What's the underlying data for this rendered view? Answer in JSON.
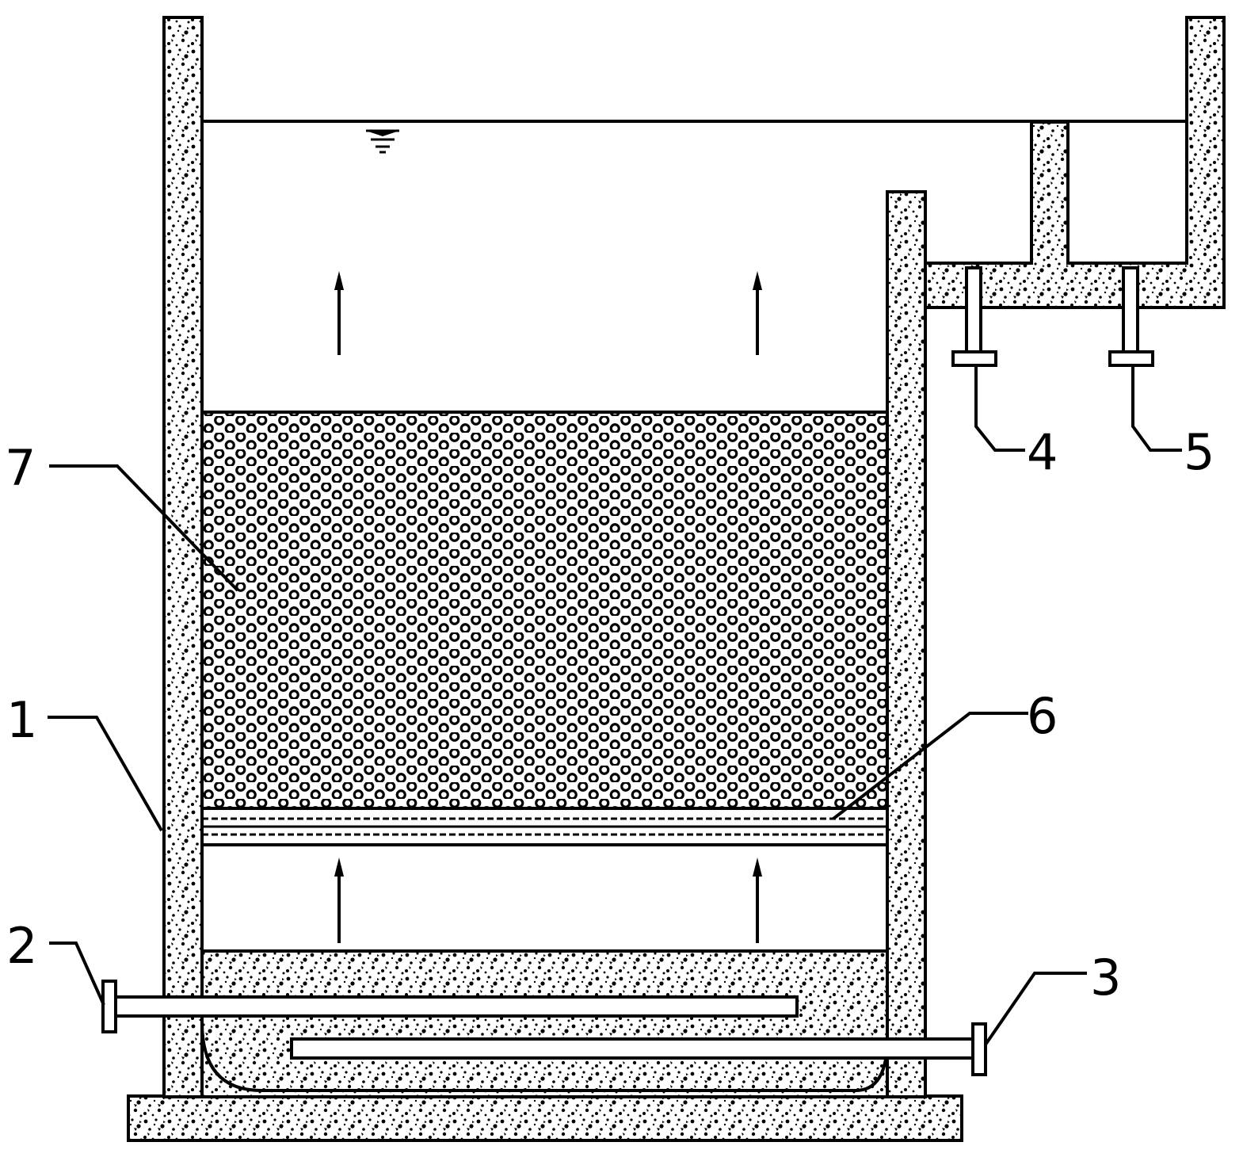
{
  "labels": {
    "l1": "1",
    "l2": "2",
    "l3": "3",
    "l4": "4",
    "l5": "5",
    "l6": "6",
    "l7": "7"
  },
  "colors": {
    "stroke": "#000000",
    "background": "#ffffff"
  },
  "icons": {
    "water_level": "water-level-icon",
    "flow_arrow": "flow-arrow-icon"
  }
}
